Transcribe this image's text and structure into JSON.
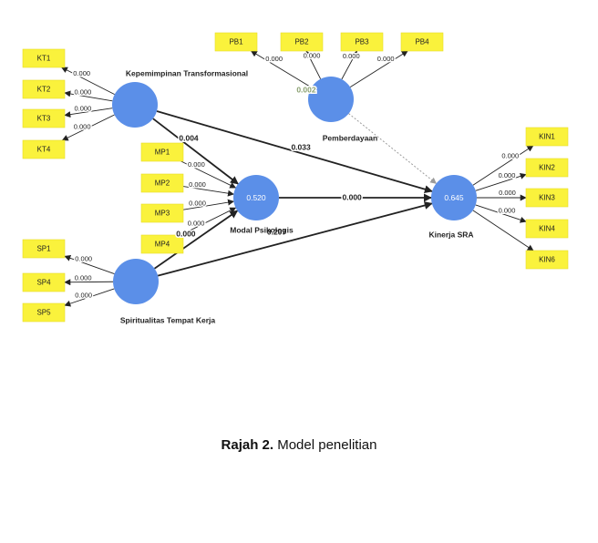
{
  "colors": {
    "node": "#5b8fe8",
    "indicator": "#faf23c",
    "line": "#222222",
    "dashed": "#9a9a9a"
  },
  "latents": [
    {
      "id": "kt",
      "label": "Kepemimpinan Transformasional",
      "value": ""
    },
    {
      "id": "pb",
      "label": "Pemberdayaan",
      "value": ""
    },
    {
      "id": "mp",
      "label": "Modal Psikologis",
      "value": "0.520"
    },
    {
      "id": "sp",
      "label": "Spiritualitas Tempat Kerja",
      "value": ""
    },
    {
      "id": "kin",
      "label": "Kinerja SRA",
      "value": "0.645"
    }
  ],
  "indicators": [
    {
      "id": "KT1",
      "label": "KT1",
      "latent": "kt",
      "value": "0.000"
    },
    {
      "id": "KT2",
      "label": "KT2",
      "latent": "kt",
      "value": "0.000"
    },
    {
      "id": "KT3",
      "label": "KT3",
      "latent": "kt",
      "value": "0.000"
    },
    {
      "id": "KT4",
      "label": "KT4",
      "latent": "kt",
      "value": "0.000"
    },
    {
      "id": "PB1",
      "label": "PB1",
      "latent": "pb",
      "value": "0.000"
    },
    {
      "id": "PB2",
      "label": "PB2",
      "latent": "pb",
      "value": "0.000"
    },
    {
      "id": "PB3",
      "label": "PB3",
      "latent": "pb",
      "value": "0.000"
    },
    {
      "id": "PB4",
      "label": "PB4",
      "latent": "pb",
      "value": "0.000"
    },
    {
      "id": "MP1",
      "label": "MP1",
      "latent": "mp",
      "value": "0.000"
    },
    {
      "id": "MP2",
      "label": "MP2",
      "latent": "mp",
      "value": "0.000"
    },
    {
      "id": "MP3",
      "label": "MP3",
      "latent": "mp",
      "value": "0.000"
    },
    {
      "id": "MP4",
      "label": "MP4",
      "latent": "mp",
      "value": "0.000"
    },
    {
      "id": "SP1",
      "label": "SP1",
      "latent": "sp",
      "value": "0.000"
    },
    {
      "id": "SP4",
      "label": "SP4",
      "latent": "sp",
      "value": "0.000"
    },
    {
      "id": "SP5",
      "label": "SP5",
      "latent": "sp",
      "value": "0.000"
    },
    {
      "id": "KIN1",
      "label": "KIN1",
      "latent": "kin",
      "value": "0.000"
    },
    {
      "id": "KIN2",
      "label": "KIN2",
      "latent": "kin",
      "value": "0.000"
    },
    {
      "id": "KIN3",
      "label": "KIN3",
      "latent": "kin",
      "value": "0.000"
    },
    {
      "id": "KIN4",
      "label": "KIN4",
      "latent": "kin",
      "value": "0.000"
    },
    {
      "id": "KIN6",
      "label": "KIN6",
      "latent": "kin",
      "value": ""
    }
  ],
  "paths": [
    {
      "from": "kt",
      "to": "mp",
      "value": "0.004"
    },
    {
      "from": "kt",
      "to": "kin",
      "value": "0.033"
    },
    {
      "from": "pb",
      "to": "kin",
      "value": "0.002"
    },
    {
      "from": "mp",
      "to": "kin",
      "value": "0.000"
    },
    {
      "from": "sp",
      "to": "mp",
      "value": "0.000"
    },
    {
      "from": "sp",
      "to": "kin",
      "value": "0.207"
    }
  ],
  "caption": {
    "bold": "Rajah 2.",
    "text": " Model penelitian"
  }
}
